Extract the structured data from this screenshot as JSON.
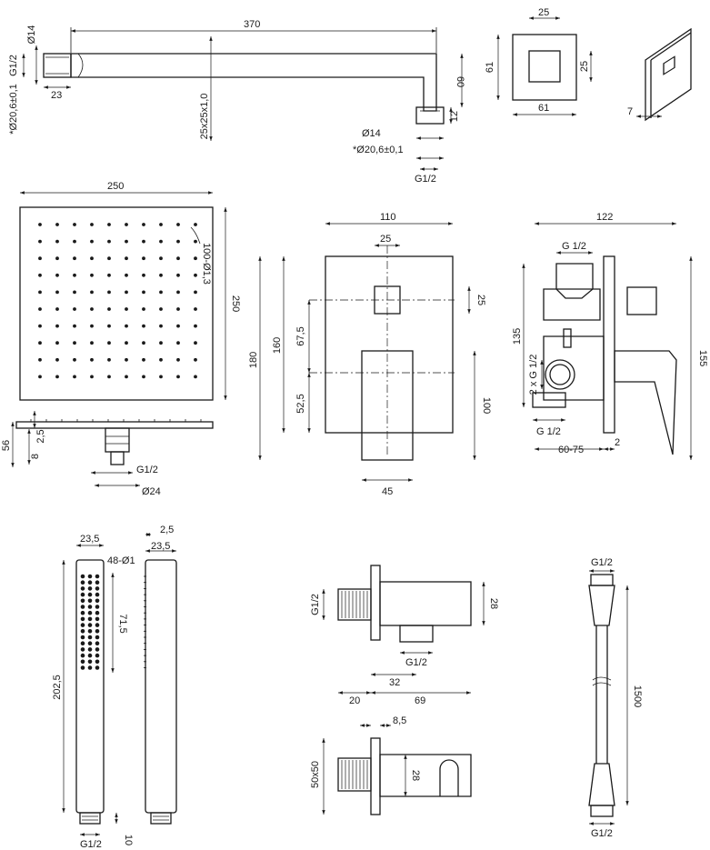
{
  "arm": {
    "length": "370",
    "dia_small": "Ø14",
    "thread": "G1/2",
    "dia_outer": "*Ø20,6±0,1",
    "offset": "23",
    "section": "25x25x1,0",
    "height": "60",
    "nut": "12",
    "dia_small_2": "Ø14",
    "dia_outer_2": "*Ø20,6±0,1",
    "thread_2": "G1/2"
  },
  "flange": {
    "width_top": "25",
    "height": "61",
    "width": "61",
    "square": "25",
    "depth": "7"
  },
  "head": {
    "width": "250",
    "height": "250",
    "nozzles": "100-Ø1,3",
    "thickness": "2,5",
    "total_height": "56",
    "connector": "8",
    "thread": "G1/2",
    "dia": "Ø24"
  },
  "mixer": {
    "width": "110",
    "handle": "25",
    "square": "25",
    "height": "180",
    "upper": "160",
    "mid": "67,5",
    "lower": "52,5",
    "body": "100",
    "body_width": "45"
  },
  "valve": {
    "width": "122",
    "thread_top": "G 1/2",
    "height_inner": "135",
    "outlets": "2 x G 1/2",
    "height": "155",
    "thread_bottom": "G 1/2",
    "depth_range": "60-75",
    "plate": "2"
  },
  "hand": {
    "width": "23,5",
    "nozzles": "48-Ø1",
    "side_offset": "2,5",
    "side_width": "23,5",
    "spray_length": "71,5",
    "length": "202,5",
    "thread": "G1/2",
    "thread_len": "10"
  },
  "elbow": {
    "thread": "G1/2",
    "depth": "28",
    "outlet": "G1/2",
    "offset": "32",
    "length_a": "20",
    "length_b": "69"
  },
  "holder": {
    "plate": "8,5",
    "size": "50x50",
    "depth": "28"
  },
  "hose": {
    "thread_top": "G1/2",
    "length": "1500",
    "thread_bottom": "G1/2"
  }
}
